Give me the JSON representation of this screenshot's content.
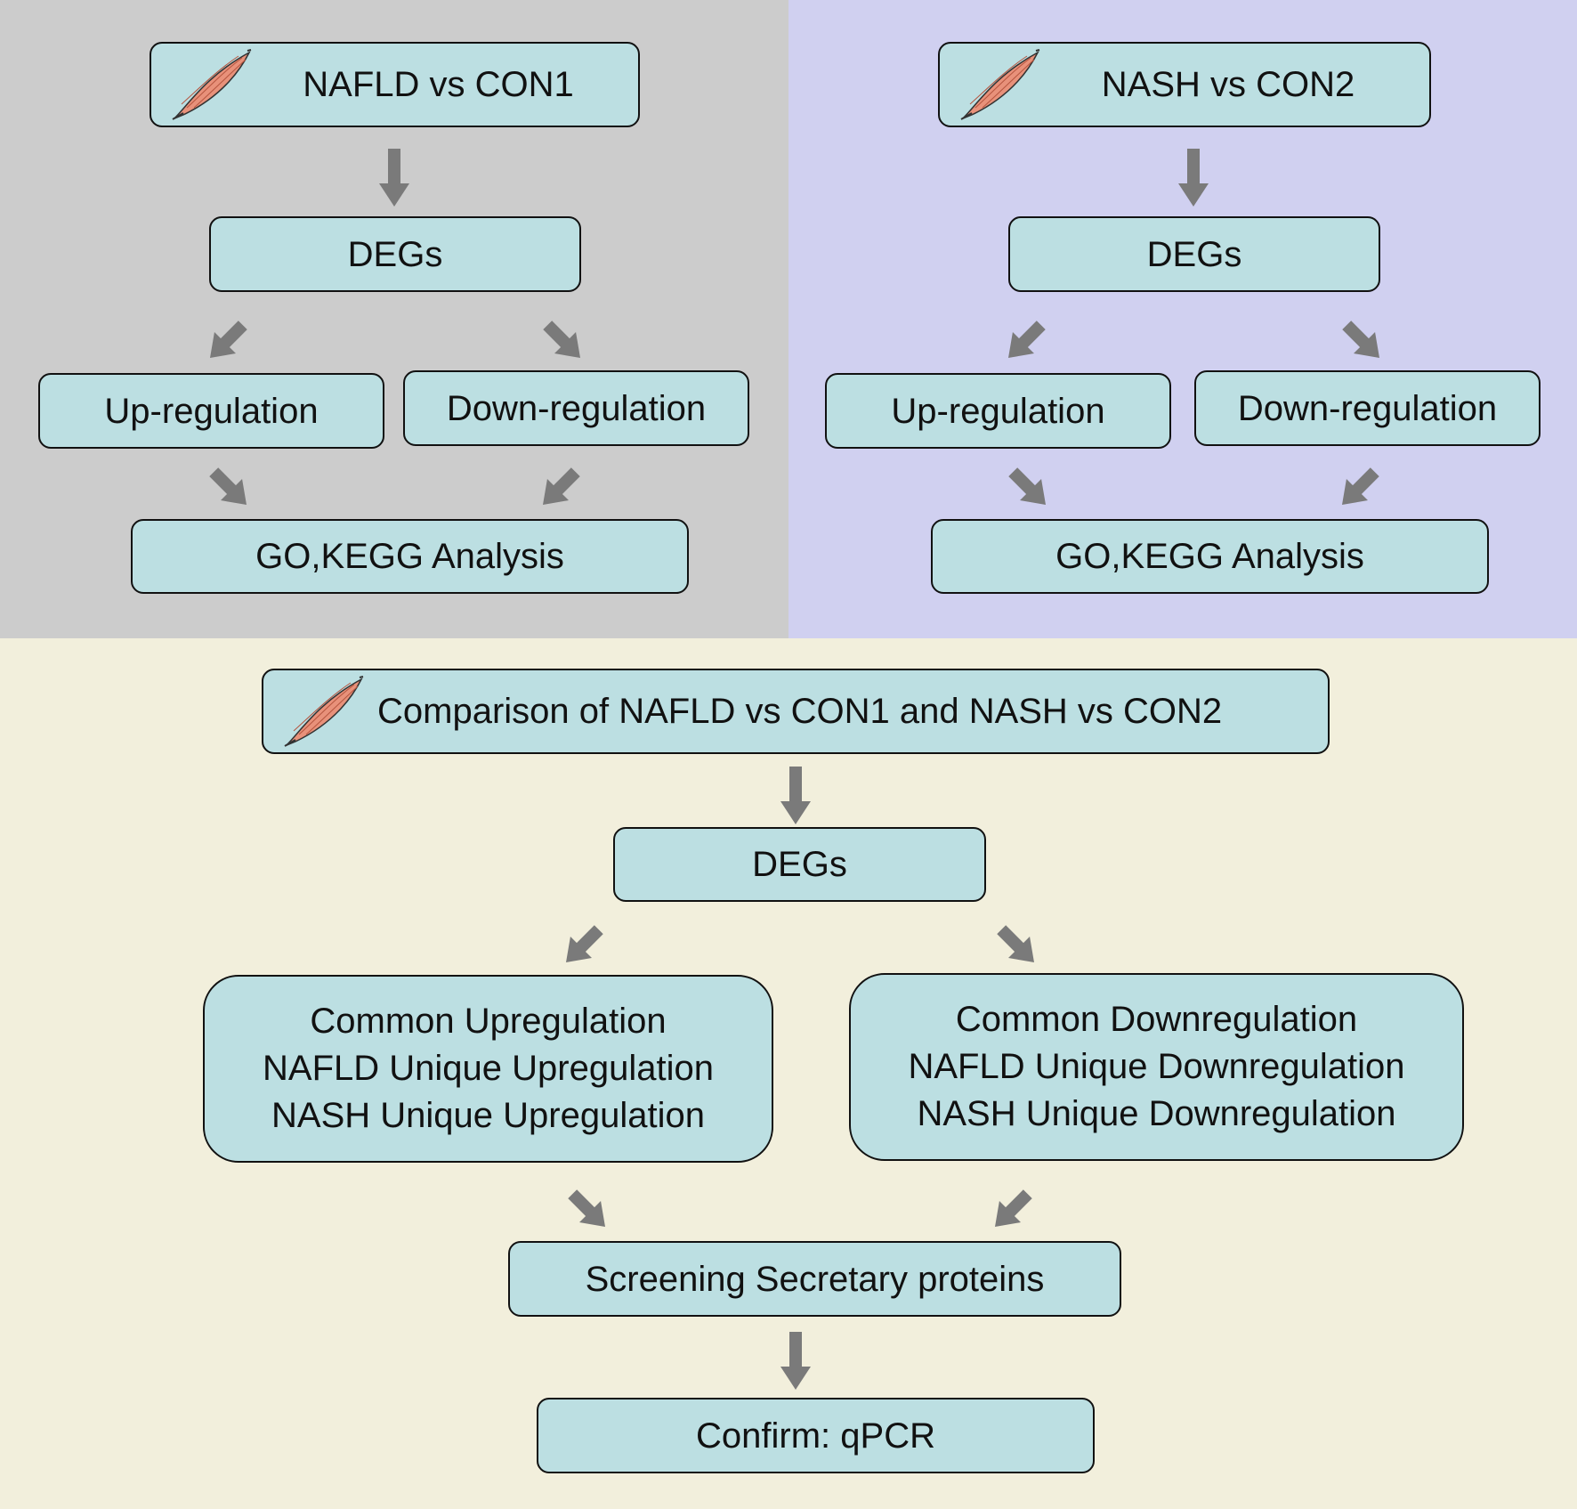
{
  "colors": {
    "left_panel": "#cccccc",
    "right_panel": "#d0d0f0",
    "bottom_panel": "#f2efdc",
    "box_fill": "#bcdfe2",
    "box_border": "#111111",
    "arrow": "#7a7a7a",
    "muscle_icon": "#e8917a"
  },
  "icons": {
    "muscle": "muscle-icon",
    "arrow": "arrow-icon"
  },
  "left": {
    "title": "NAFLD vs CON1",
    "degs": "DEGs",
    "up": "Up-regulation",
    "down": "Down-regulation",
    "analysis": "GO,KEGG Analysis"
  },
  "right": {
    "title": "NASH vs CON2",
    "degs": "DEGs",
    "up": "Up-regulation",
    "down": "Down-regulation",
    "analysis": "GO,KEGG Analysis"
  },
  "bottom": {
    "title": "Comparison of NAFLD vs CON1 and NASH vs CON2",
    "degs": "DEGs",
    "up_lines": [
      "Common Upregulation",
      "NAFLD Unique Upregulation",
      "NASH Unique Upregulation"
    ],
    "down_lines": [
      "Common Downregulation",
      "NAFLD Unique Downregulation",
      "NASH Unique Downregulation"
    ],
    "screening": "Screening Secretary proteins",
    "confirm": "Confirm: qPCR"
  }
}
